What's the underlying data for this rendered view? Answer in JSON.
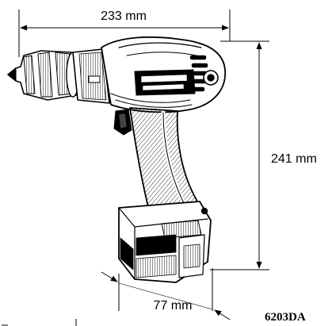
{
  "dimensions": {
    "length": "233 mm",
    "height": "241 mm",
    "width": "77 mm"
  },
  "model": "6203DA"
}
